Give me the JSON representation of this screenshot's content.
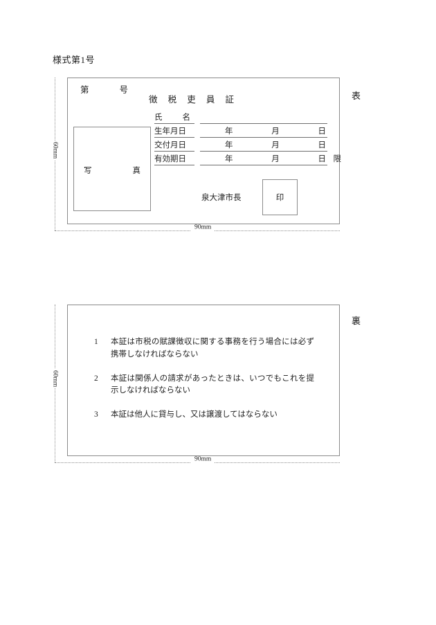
{
  "document": {
    "form_number": "様式第1号"
  },
  "side_labels": {
    "front": "表",
    "back": "裏"
  },
  "dimensions": {
    "front_height": "60mm",
    "front_width": "90mm",
    "back_height": "60mm",
    "back_width": "90mm"
  },
  "front_card": {
    "cert_number_prefix": "第",
    "cert_number_suffix": "号",
    "title": "徴 税 吏 員 証",
    "photo_label_left": "写",
    "photo_label_right": "真",
    "fields": [
      {
        "label_a": "氏",
        "label_b": "名",
        "year": "",
        "month": "",
        "day": "",
        "suffix": ""
      },
      {
        "label_a": "生年月日",
        "label_b": "",
        "year": "年",
        "month": "月",
        "day": "日",
        "suffix": ""
      },
      {
        "label_a": "交付月日",
        "label_b": "",
        "year": "年",
        "month": "月",
        "day": "日",
        "suffix": ""
      },
      {
        "label_a": "有効期日",
        "label_b": "",
        "year": "年",
        "month": "月",
        "day": "日",
        "suffix": "限"
      }
    ],
    "issuer": "泉大津市長",
    "seal_label": "印"
  },
  "back_card": {
    "notes": [
      {
        "number": "1",
        "text": "本証は市税の賦課徴収に関する事務を行う場合には必ず携帯しなければならない"
      },
      {
        "number": "2",
        "text": "本証は関係人の請求があったときは、いつでもこれを提示しなければならない"
      },
      {
        "number": "3",
        "text": "本証は他人に貸与し、又は譲渡してはならない"
      }
    ]
  },
  "colors": {
    "ink": "#222222",
    "rule": "#8a8a8a",
    "paper": "#ffffff"
  }
}
